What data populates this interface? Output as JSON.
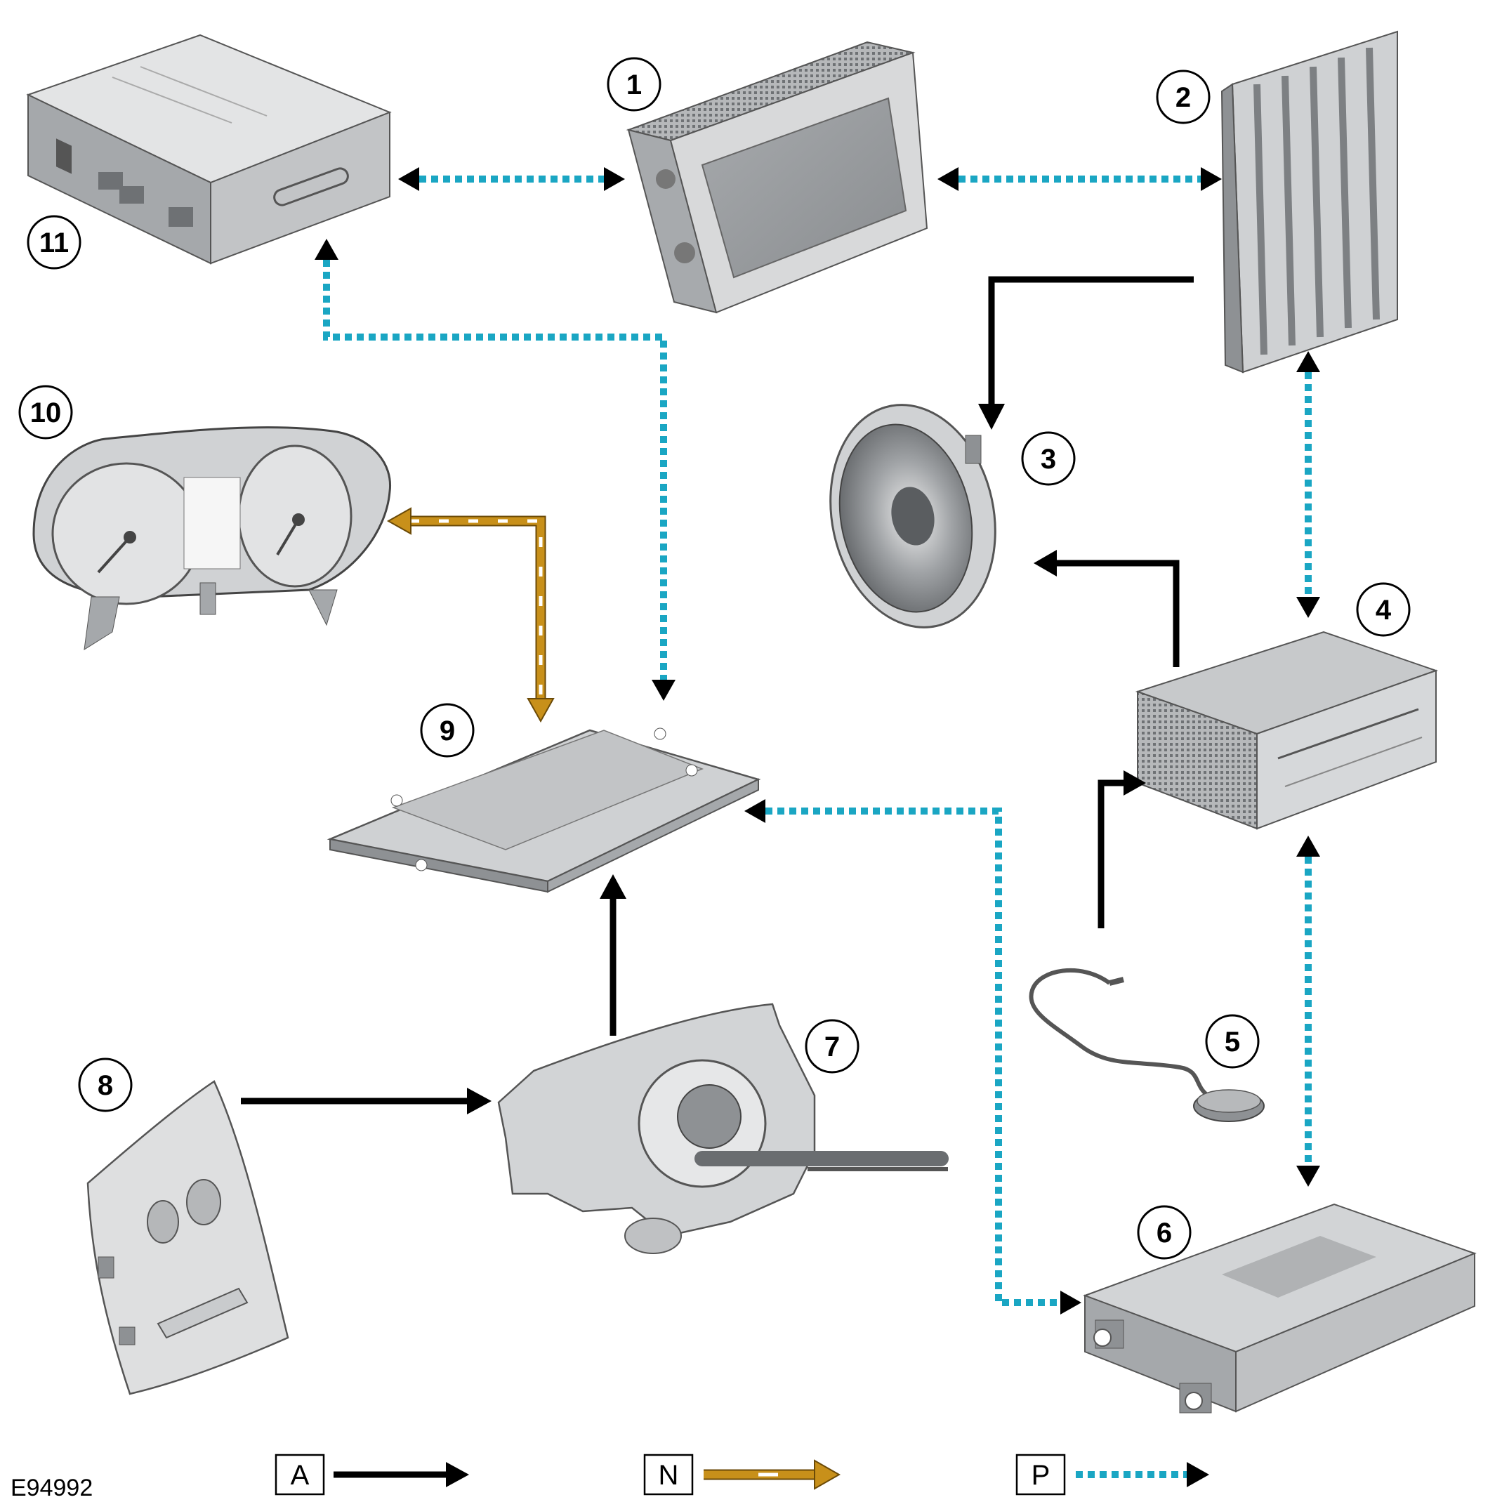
{
  "diagram_id": "E94992",
  "colors": {
    "can_bus": "#1aa6c3",
    "lin_bus": "#c8901a",
    "hardwired": "#000000",
    "component_fill": "#c4c6c8",
    "component_dark": "#8e9194",
    "component_light": "#e4e5e6"
  },
  "callouts": {
    "c1": "1",
    "c2": "2",
    "c3": "3",
    "c4": "4",
    "c5": "5",
    "c6": "6",
    "c7": "7",
    "c8": "8",
    "c9": "9",
    "c10": "10",
    "c11": "11"
  },
  "legend": {
    "hardwired": "A",
    "lin_bus": "N",
    "can_bus": "P"
  }
}
